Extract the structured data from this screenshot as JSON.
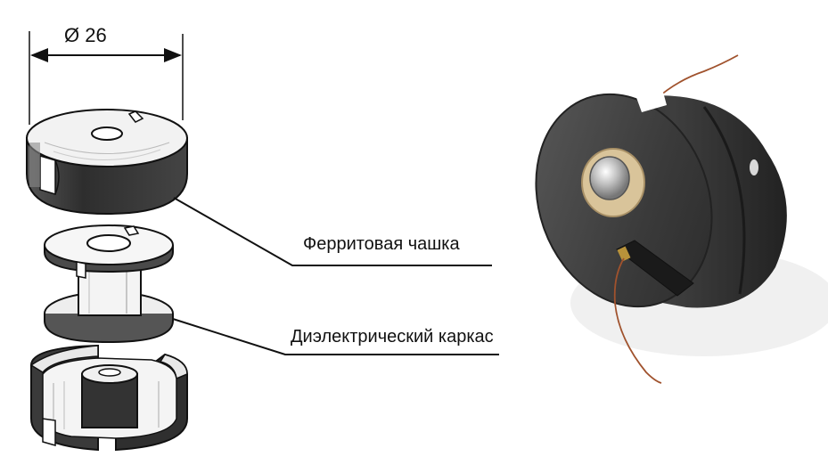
{
  "diagram": {
    "dimension_label": "Ø 26",
    "label_ferrite_cup": "Ферритовая чашка",
    "label_dielectric_frame": "Диэлектрический каркас"
  },
  "colors": {
    "ferrite_dark": "#3a3a3a",
    "ferrite_mid": "#6a6a6a",
    "ferrite_light": "#d8d8d8",
    "wire_copper": "#a0522d",
    "washer_tan": "#d9c49a"
  }
}
